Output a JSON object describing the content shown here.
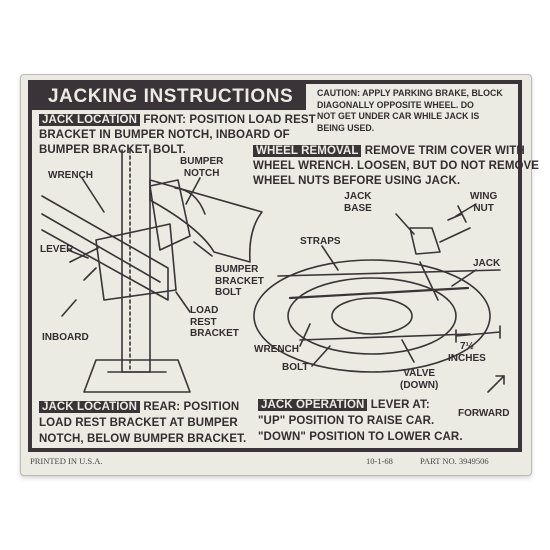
{
  "decal": {
    "title": "JACKING INSTRUCTIONS",
    "caution_lines": [
      "CAUTION: APPLY PARKING BRAKE, BLOCK",
      "DIAGONALLY OPPOSITE WHEEL. DO",
      "NOT GET UNDER CAR WHILE JACK IS",
      "BEING USED."
    ],
    "front": {
      "heading": "JACK LOCATION",
      "line1": "FRONT: POSITION LOAD REST",
      "line2": "BRACKET IN BUMPER NOTCH, INBOARD OF",
      "line3": "BUMPER BRACKET BOLT."
    },
    "wheel_removal": {
      "heading": "WHEEL REMOVAL",
      "line1": "REMOVE TRIM COVER WITH",
      "line2": "WHEEL WRENCH. LOOSEN, BUT DO NOT REMOVE",
      "line3": "WHEEL NUTS BEFORE USING JACK."
    },
    "rear": {
      "heading": "JACK LOCATION",
      "line1": "REAR: POSITION",
      "line2": "LOAD REST BRACKET AT BUMPER",
      "line3": "NOTCH, BELOW BUMPER BRACKET."
    },
    "operation": {
      "heading": "JACK OPERATION",
      "line1": "LEVER AT:",
      "line2": "\"UP\" POSITION TO RAISE CAR.",
      "line3": "\"DOWN\" POSITION TO LOWER CAR."
    },
    "left_labels": {
      "bumper_notch": [
        "BUMPER",
        "NOTCH"
      ],
      "wrench": "WRENCH",
      "lever": "LEVER",
      "inboard": "INBOARD",
      "bumper_bracket_bolt": [
        "BUMPER",
        "BRACKET",
        "BOLT"
      ],
      "load_rest_bracket": [
        "LOAD",
        "REST",
        "BRACKET"
      ]
    },
    "right_labels": {
      "jack_base": [
        "JACK",
        "BASE"
      ],
      "wing_nut": [
        "WING",
        "NUT"
      ],
      "straps": "STRAPS",
      "jack": "JACK",
      "wrench": "WRENCH",
      "bolt": "BOLT",
      "valve": [
        "VALVE",
        "(DOWN)"
      ],
      "inches": [
        "7½",
        "INCHES"
      ],
      "forward": "FORWARD"
    },
    "footer": {
      "printed": "PRINTED IN U.S.A.",
      "date": "10-1-68",
      "part": "PART NO. 3949506"
    }
  },
  "colors": {
    "ink": "#3a3438",
    "paper": "#ecebe3"
  }
}
